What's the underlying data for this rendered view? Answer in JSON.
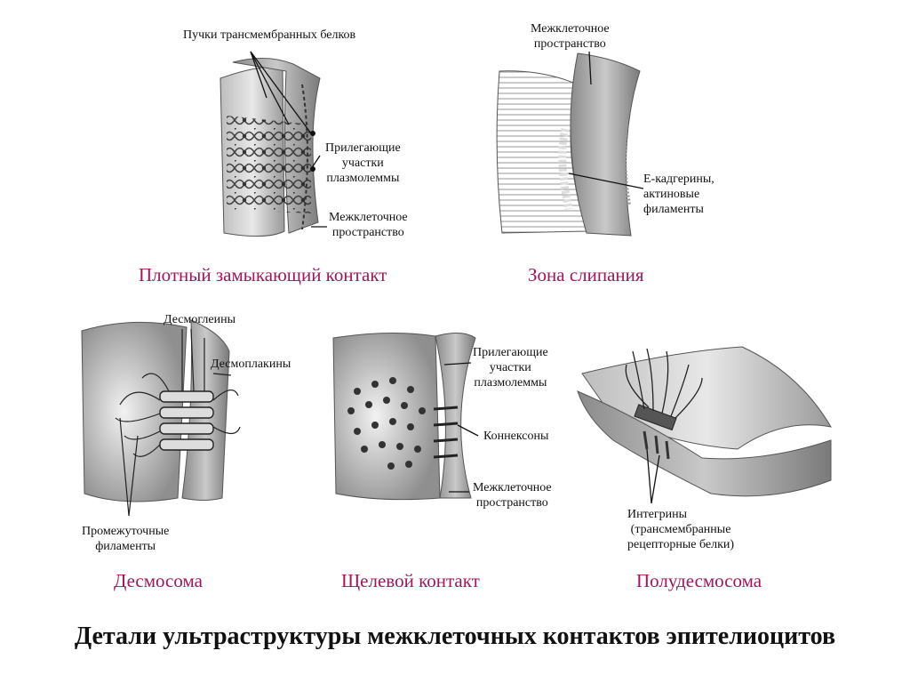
{
  "panels": {
    "tight_junction": {
      "caption": "Плотный замыкающий контакт",
      "labels": {
        "protein_bundles": "Пучки трансмембранных белков",
        "adjacent_areas": [
          "Прилегающие",
          "участки",
          "плазмолеммы"
        ],
        "intercellular_space": [
          "Межклеточное",
          "пространство"
        ]
      }
    },
    "adhesion_zone": {
      "caption": "Зона слипания",
      "labels": {
        "intercellular_space": [
          "Межклеточное",
          "пространство"
        ],
        "cadherins": [
          "Е-кадгерины,",
          "актиновые",
          "филаменты"
        ]
      }
    },
    "desmosome": {
      "caption": "Десмосома",
      "labels": {
        "desmogleins": "Десмоглеины",
        "desmoplakins": "Десмоплакины",
        "intermediate_filaments": [
          "Промежуточные",
          "филаменты"
        ]
      }
    },
    "gap_junction": {
      "caption": "Щелевой контакт",
      "labels": {
        "adjacent_areas": [
          "Прилегающие",
          "участки",
          "плазмолеммы"
        ],
        "connexons": "Коннексоны",
        "intercellular_space": [
          "Межклеточное",
          "пространство"
        ]
      }
    },
    "hemidesmosome": {
      "caption": "Полудесмосома",
      "labels": {
        "integrins": [
          "Интегрины",
          "(трансмембранные",
          "рецепторные белки)"
        ]
      }
    }
  },
  "title": "Детали ультраструктуры межклеточных контактов эпителиоцитов",
  "colors": {
    "caption": "#a3155a",
    "text": "#111111",
    "drawing": "#555555"
  }
}
